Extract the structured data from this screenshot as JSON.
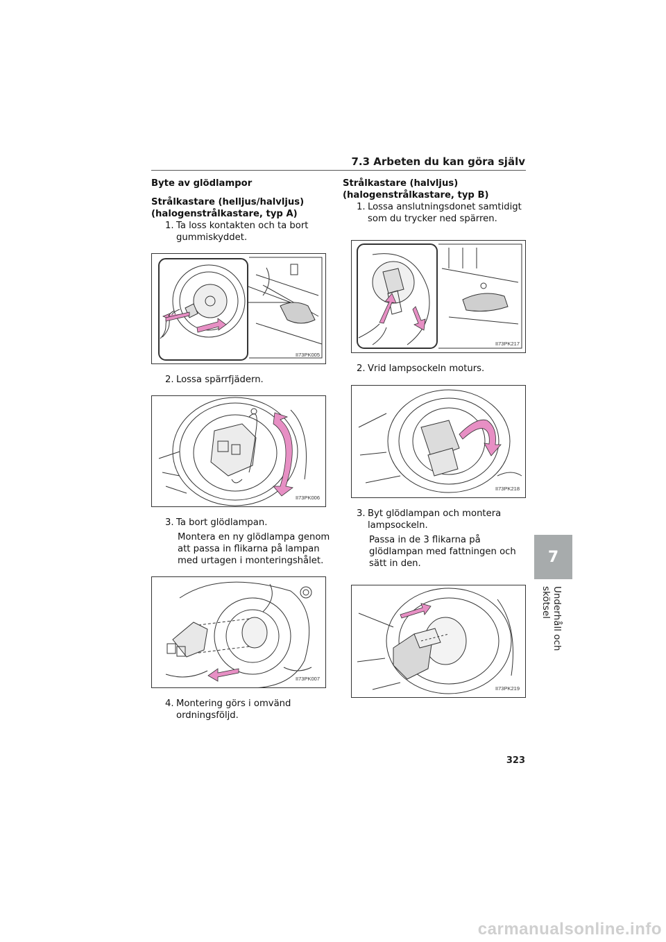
{
  "header": {
    "title": "7.3  Arbeten du kan göra själv"
  },
  "left": {
    "heading": "Byte av glödlampor",
    "subheading_line1": "Strålkastare (helljus/halvljus)",
    "subheading_line2": "(halogenstrålkastare, typ A)",
    "step1_num": "1.",
    "step1_text": "Ta loss kontakten och ta bort gummiskyddet.",
    "fig1_code": "II73PK005",
    "step2_num": "2.",
    "step2_text": "Lossa spärrfjädern.",
    "fig2_code": "II73PK006",
    "step3_num": "3.",
    "step3_text": "Ta bort glödlampan.",
    "step3_sub": "Montera en ny glödlampa genom att passa in flikarna på lampan med urtagen i monteringshålet.",
    "fig3_code": "II73PK007",
    "step4_num": "4.",
    "step4_text": "Montering görs i omvänd ordningsföljd."
  },
  "right": {
    "subheading_line1": "Strålkastare (halvljus)",
    "subheading_line2": "(halogenstrålkastare, typ B)",
    "step1_num": "1.",
    "step1_text": "Lossa anslutningsdonet samtidigt som du trycker ned spärren.",
    "fig1_code": "II73PK217",
    "step2_num": "2.",
    "step2_text": "Vrid lampsockeln moturs.",
    "fig2_code": "II73PK218",
    "step3_num": "3.",
    "step3_text": "Byt glödlampan och montera lampsockeln.",
    "step3_sub": "Passa in de 3 flikarna på glödlampan med fattningen och sätt in den.",
    "fig3_code": "II73PK219"
  },
  "side": {
    "chapter_num": "7",
    "chapter_label": "Underhåll och skötsel"
  },
  "footer": {
    "page_number": "323",
    "watermark": "carmanualsonline.info"
  },
  "colors": {
    "arrow": "#e78fc4",
    "tab": "#a7abac",
    "rule": "#555555"
  }
}
